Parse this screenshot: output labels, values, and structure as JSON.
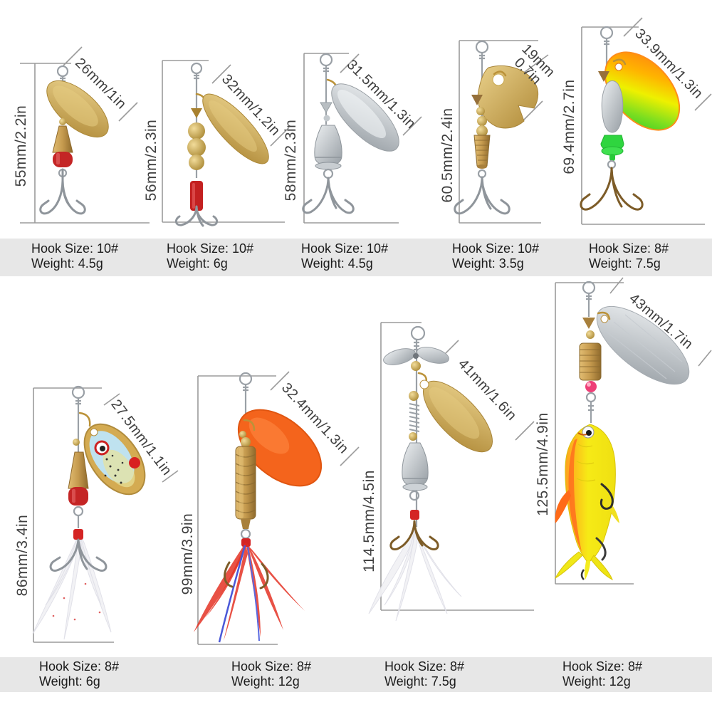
{
  "page": {
    "background": "#ffffff",
    "caption_bar_color": "#e7e7e7",
    "dimension_line_color": "#9b9b9b",
    "dimension_text_color": "#3f3f3f",
    "caption_text_color": "#1c1c1c"
  },
  "lures": [
    {
      "length_label": "55mm/2.2in",
      "blade_label": "26mm/1in",
      "hook_size": "Hook Size: 10#",
      "weight": "Weight: 4.5g"
    },
    {
      "length_label": "56mm/2.3in",
      "blade_label": "32mm/1.2in",
      "hook_size": "Hook Size: 10#",
      "weight": "Weight: 6g"
    },
    {
      "length_label": "58mm/2.3in",
      "blade_label": "31.5mm/1.3in",
      "hook_size": "Hook Size: 10#",
      "weight": "Weight: 4.5g"
    },
    {
      "length_label": "60.5mm/2.4in",
      "blade_label_line1": "19mm",
      "blade_label_line2": "0.7in",
      "hook_size": "Hook Size: 10#",
      "weight": "Weight: 3.5g"
    },
    {
      "length_label": "69.4mm/2.7in",
      "blade_label": "33.9mm/1.3in",
      "hook_size": "Hook Size: 8#",
      "weight": "Weight: 7.5g"
    },
    {
      "length_label": "86mm/3.4in",
      "blade_label": "27.5mm/1.1in",
      "hook_size": "Hook Size: 8#",
      "weight": "Weight: 6g"
    },
    {
      "length_label": "99mm/3.9in",
      "blade_label": "32.4mm/1.3in",
      "hook_size": "Hook Size: 8#",
      "weight": "Weight: 12g"
    },
    {
      "length_label": "114.5mm/4.5in",
      "blade_label": "41mm/1.6in",
      "hook_size": "Hook Size: 8#",
      "weight": "Weight: 7.5g"
    },
    {
      "length_label": "125.5mm/4.9in",
      "blade_label": "43mm/1.7in",
      "hook_size": "Hook Size: 8#",
      "weight": "Weight: 12g"
    }
  ]
}
